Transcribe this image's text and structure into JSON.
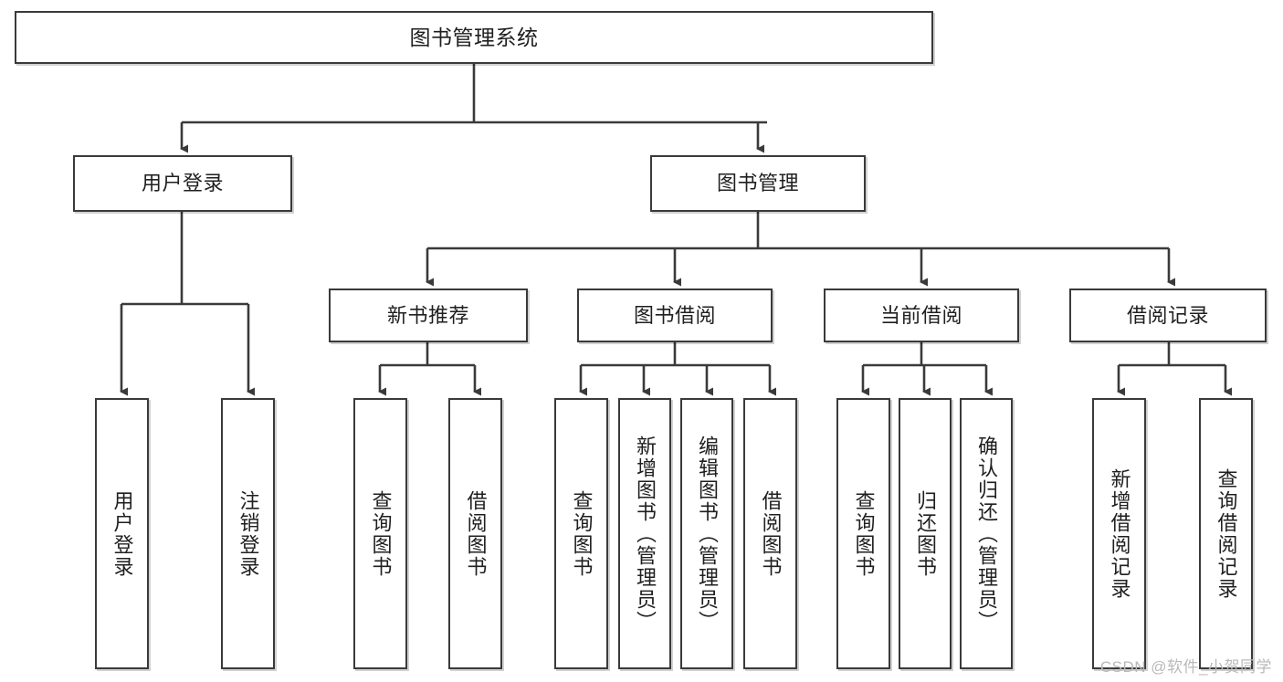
{
  "diagram": {
    "title": "图书管理系统",
    "type": "tree-hierarchy",
    "colors": {
      "box_border": "#3a3a3a",
      "box_fill": "#ffffff",
      "connector": "#3a3a3a",
      "text": "#1f1f1f",
      "watermark": "#b9b9b9"
    }
  },
  "nodes": {
    "root": {
      "label": "图书管理系统"
    },
    "level2": [
      {
        "id": "user-login",
        "label": "用户登录"
      },
      {
        "id": "book-management",
        "label": "图书管理"
      }
    ],
    "level3": [
      {
        "id": "new-book-recommend",
        "label": "新书推荐"
      },
      {
        "id": "book-borrow",
        "label": "图书借阅"
      },
      {
        "id": "current-borrow",
        "label": "当前借阅"
      },
      {
        "id": "borrow-record",
        "label": "借阅记录"
      }
    ],
    "leaves": {
      "user_login": [
        {
          "id": "leaf-user-login",
          "label": "用户登录"
        },
        {
          "id": "leaf-logout-login",
          "label": "注销登录"
        }
      ],
      "new_book_recommend": [
        {
          "id": "leaf-query-book-1",
          "label": "查询图书"
        },
        {
          "id": "leaf-borrow-book-1",
          "label": "借阅图书"
        }
      ],
      "book_borrow": [
        {
          "id": "leaf-query-book-2",
          "label": "查询图书"
        },
        {
          "id": "leaf-add-book",
          "label": "新增图书（管理员）"
        },
        {
          "id": "leaf-edit-book",
          "label": "编辑图书（管理员）"
        },
        {
          "id": "leaf-borrow-book-2",
          "label": "借阅图书"
        }
      ],
      "current_borrow": [
        {
          "id": "leaf-query-book-3",
          "label": "查询图书"
        },
        {
          "id": "leaf-return-book",
          "label": "归还图书"
        },
        {
          "id": "leaf-confirm-return",
          "label": "确认归还（管理员）"
        }
      ],
      "borrow_record": [
        {
          "id": "leaf-add-record",
          "label": "新增借阅记录"
        },
        {
          "id": "leaf-query-record",
          "label": "查询借阅记录"
        }
      ]
    }
  },
  "watermark": {
    "text": "CSDN @软件_小贺同学"
  }
}
